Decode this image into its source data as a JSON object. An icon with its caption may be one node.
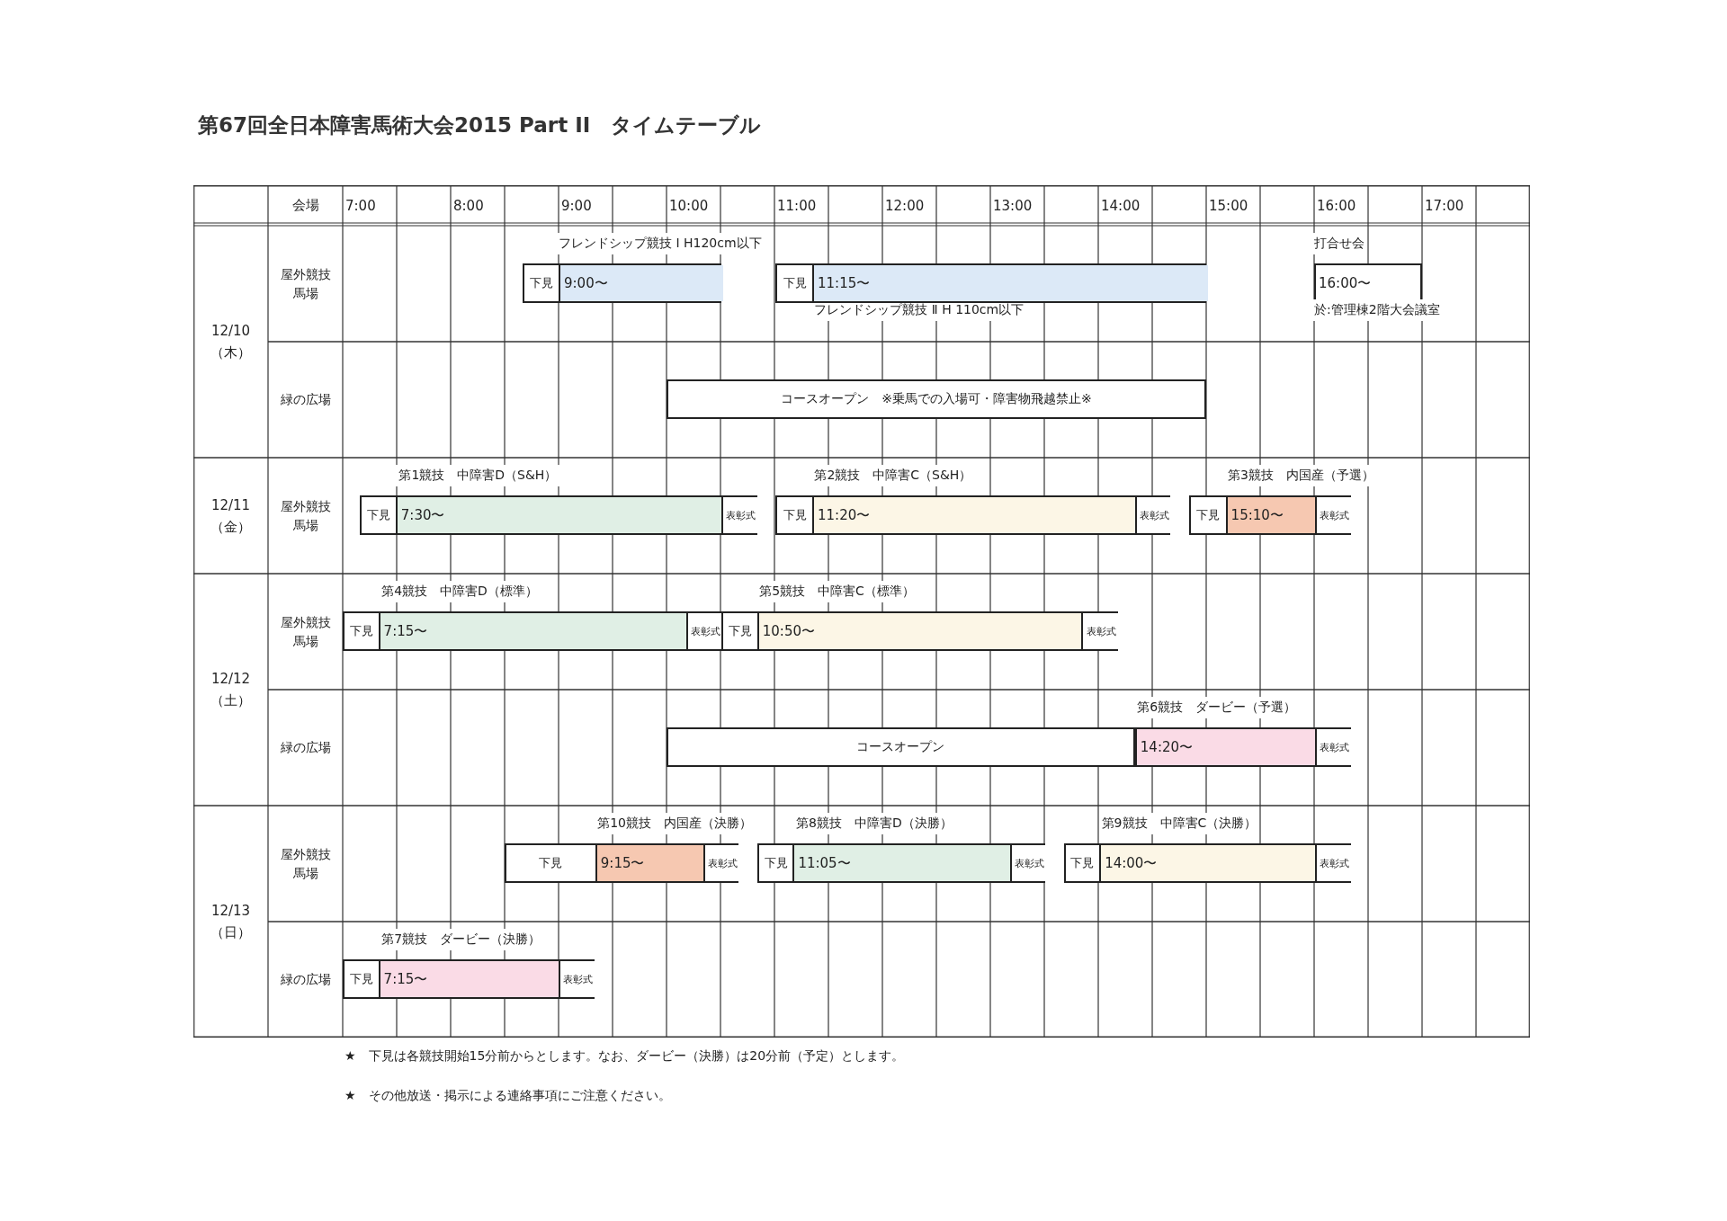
{
  "diagram": {
    "title": "第67回全日本障害馬術大会2015 Part II　タイムテーブル",
    "nodes": [
      {
        "text": [
          "フレンドシップ競技 Ⅰ H120cm以下"
        ]
      },
      {
        "text": [
          "下見"
        ],
        "in": 0
      },
      {
        "text": [
          "9:00〜"
        ],
        "in": 0
      },
      {
        "text": [
          "フレンドシップ競技 Ⅱ H 110cm以下"
        ]
      },
      {
        "text": [
          "下見"
        ],
        "in": 3
      },
      {
        "text": [
          "11:15〜"
        ],
        "in": 3
      },
      {
        "text": [
          "打合せ会",
          "16:00〜"
        ],
        "beside": [
          "於:管理棟2階大会議室"
        ]
      },
      {
        "text": [
          "コースオープン　※乗馬での入場可・障害物飛越禁止※"
        ]
      },
      {
        "text": [
          "第1競技　中障害D（S&H）"
        ]
      },
      {
        "text": [
          "下見"
        ],
        "in": 8
      },
      {
        "text": [
          "7:30〜"
        ],
        "in": 8
      },
      {
        "text": [
          "表彰式"
        ],
        "in": 8
      },
      {
        "text": [
          "第2競技　中障害C（S&H）"
        ]
      },
      {
        "text": [
          "下見"
        ],
        "in": 12
      },
      {
        "text": [
          "11:20〜"
        ],
        "in": 12
      },
      {
        "text": [
          "表彰式"
        ],
        "in": 12
      },
      {
        "text": [
          "第3競技　内国産（予選）"
        ]
      },
      {
        "text": [
          "下見"
        ],
        "in": 16
      },
      {
        "text": [
          "15:10〜"
        ],
        "in": 16
      },
      {
        "text": [
          "表彰式"
        ],
        "in": 16
      },
      {
        "text": [
          "第4競技　中障害D（標準）"
        ]
      },
      {
        "text": [
          "下見"
        ],
        "in": 20
      },
      {
        "text": [
          "7:15〜"
        ],
        "in": 20
      },
      {
        "text": [
          "表彰式"
        ],
        "in": 20
      },
      {
        "text": [
          "第5競技　中障害C（標準）"
        ]
      },
      {
        "text": [
          "下見"
        ],
        "in": 24
      },
      {
        "text": [
          "10:50〜"
        ],
        "in": 24
      },
      {
        "text": [
          "表彰式"
        ],
        "in": 24
      },
      {
        "text": [
          "コースオープン"
        ]
      },
      {
        "text": [
          "第6競技　ダービー（予選）"
        ]
      },
      {
        "text": [
          "14:20〜"
        ],
        "in": 29
      },
      {
        "text": [
          "表彰式"
        ],
        "in": 29
      },
      {
        "text": [
          "第10競技　内国産（決勝）"
        ]
      },
      {
        "text": [
          "下見"
        ],
        "in": 32
      },
      {
        "text": [
          "9:15〜"
        ],
        "in": 32
      },
      {
        "text": [
          "表彰式"
        ],
        "in": 32
      },
      {
        "text": [
          "第8競技　中障害D（決勝）"
        ]
      },
      {
        "text": [
          "下見"
        ],
        "in": 36
      },
      {
        "text": [
          "11:05〜"
        ],
        "in": 36
      },
      {
        "text": [
          "表彰式"
        ],
        "in": 36
      },
      {
        "text": [
          "第9競技　中障害C（決勝）"
        ]
      },
      {
        "text": [
          "下見"
        ],
        "in": 40
      },
      {
        "text": [
          "14:00〜"
        ],
        "in": 40
      },
      {
        "text": [
          "表彰式"
        ],
        "in": 40
      },
      {
        "text": [
          "第7競技　ダービー（決勝）"
        ]
      },
      {
        "text": [
          "下見"
        ],
        "in": 44
      },
      {
        "text": [
          "7:15〜"
        ],
        "in": 44
      },
      {
        "text": [
          "表彰式"
        ],
        "in": 44
      }
    ],
    "labels": [
      "会場",
      "7:00",
      "8:00",
      "9:00",
      "10:00",
      "11:00",
      "12:00",
      "13:00",
      "14:00",
      "15:00",
      "16:00",
      "17:00",
      "12/10 （木）",
      "屋外競技馬場",
      "緑の広場",
      "12/11 （金）",
      "屋外競技馬場",
      "12/12 （土）",
      "屋外競技馬場",
      "緑の広場",
      "12/13 （日）",
      "屋外競技馬場",
      "緑の広場",
      "★　下見は各競技開始15分前からとします。なお、ダービー（決勝）は20分前（予定）とします。",
      "★　その他放送・掲示による連絡事項にご注意ください。"
    ]
  }
}
